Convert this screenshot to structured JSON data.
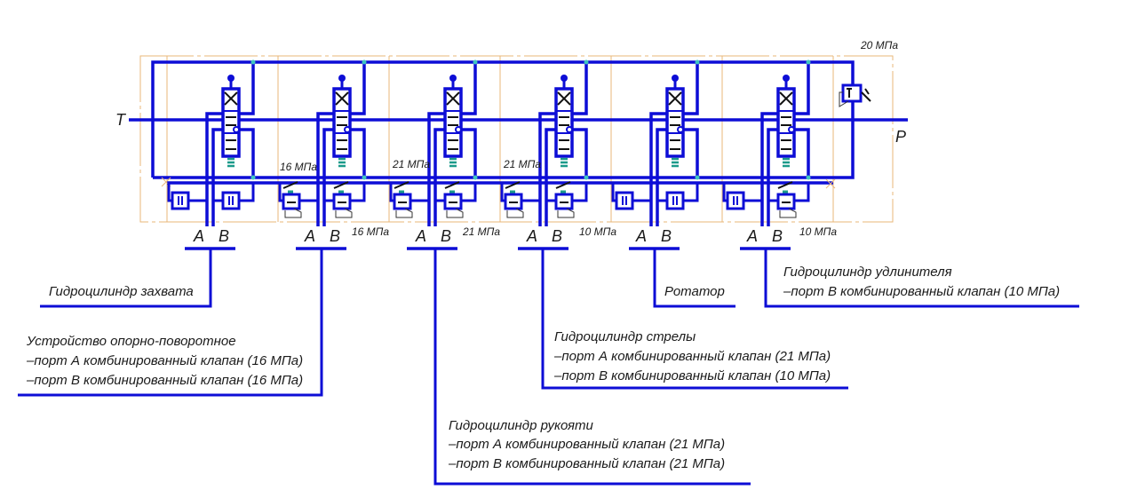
{
  "colors": {
    "line": "#0d0dd6",
    "frame": "#e8b77a",
    "spring": "#1a9a8a",
    "text": "#1a1a1a"
  },
  "ports": {
    "tank": "T",
    "pressure": "P"
  },
  "relief_valve": {
    "pressure": "20 МПа"
  },
  "sections": [
    {
      "port_a": "A",
      "port_b": "B",
      "valve_a": "",
      "valve_b": ""
    },
    {
      "port_a": "A",
      "port_b": "B",
      "valve_a": "16 МПа",
      "valve_b": "16 МПа"
    },
    {
      "port_a": "A",
      "port_b": "B",
      "valve_a": "21 МПа",
      "valve_b": "21 МПа"
    },
    {
      "port_a": "A",
      "port_b": "B",
      "valve_a": "21 МПа",
      "valve_b": "10 МПа"
    },
    {
      "port_a": "A",
      "port_b": "B",
      "valve_a": "",
      "valve_b": ""
    },
    {
      "port_a": "A",
      "port_b": "B",
      "valve_a": "",
      "valve_b": "10 МПа"
    }
  ],
  "consumers": {
    "grab": {
      "title": "Гидроцилиндр захвата"
    },
    "slewing": {
      "title": "Устройство опорно-поворотное",
      "line1": "–порт А комбинированный клапан (16 МПа)",
      "line2": "–порт В комбинированный клапан (16 МПа)"
    },
    "handle": {
      "title": "Гидроцилиндр рукояти",
      "line1": "–порт А комбинированный клапан (21 МПа)",
      "line2": "–порт В комбинированный клапан (21 МПа)"
    },
    "boom": {
      "title": "Гидроцилиндр стрелы",
      "line1": "–порт А комбинированный клапан (21 МПа)",
      "line2": "–порт В комбинированный клапан (10 МПа)"
    },
    "rotator": {
      "title": "Ротатор"
    },
    "extender": {
      "title": "Гидроцилиндр удлинителя",
      "line1": "–порт В комбинированный клапан (10 МПа)"
    }
  }
}
